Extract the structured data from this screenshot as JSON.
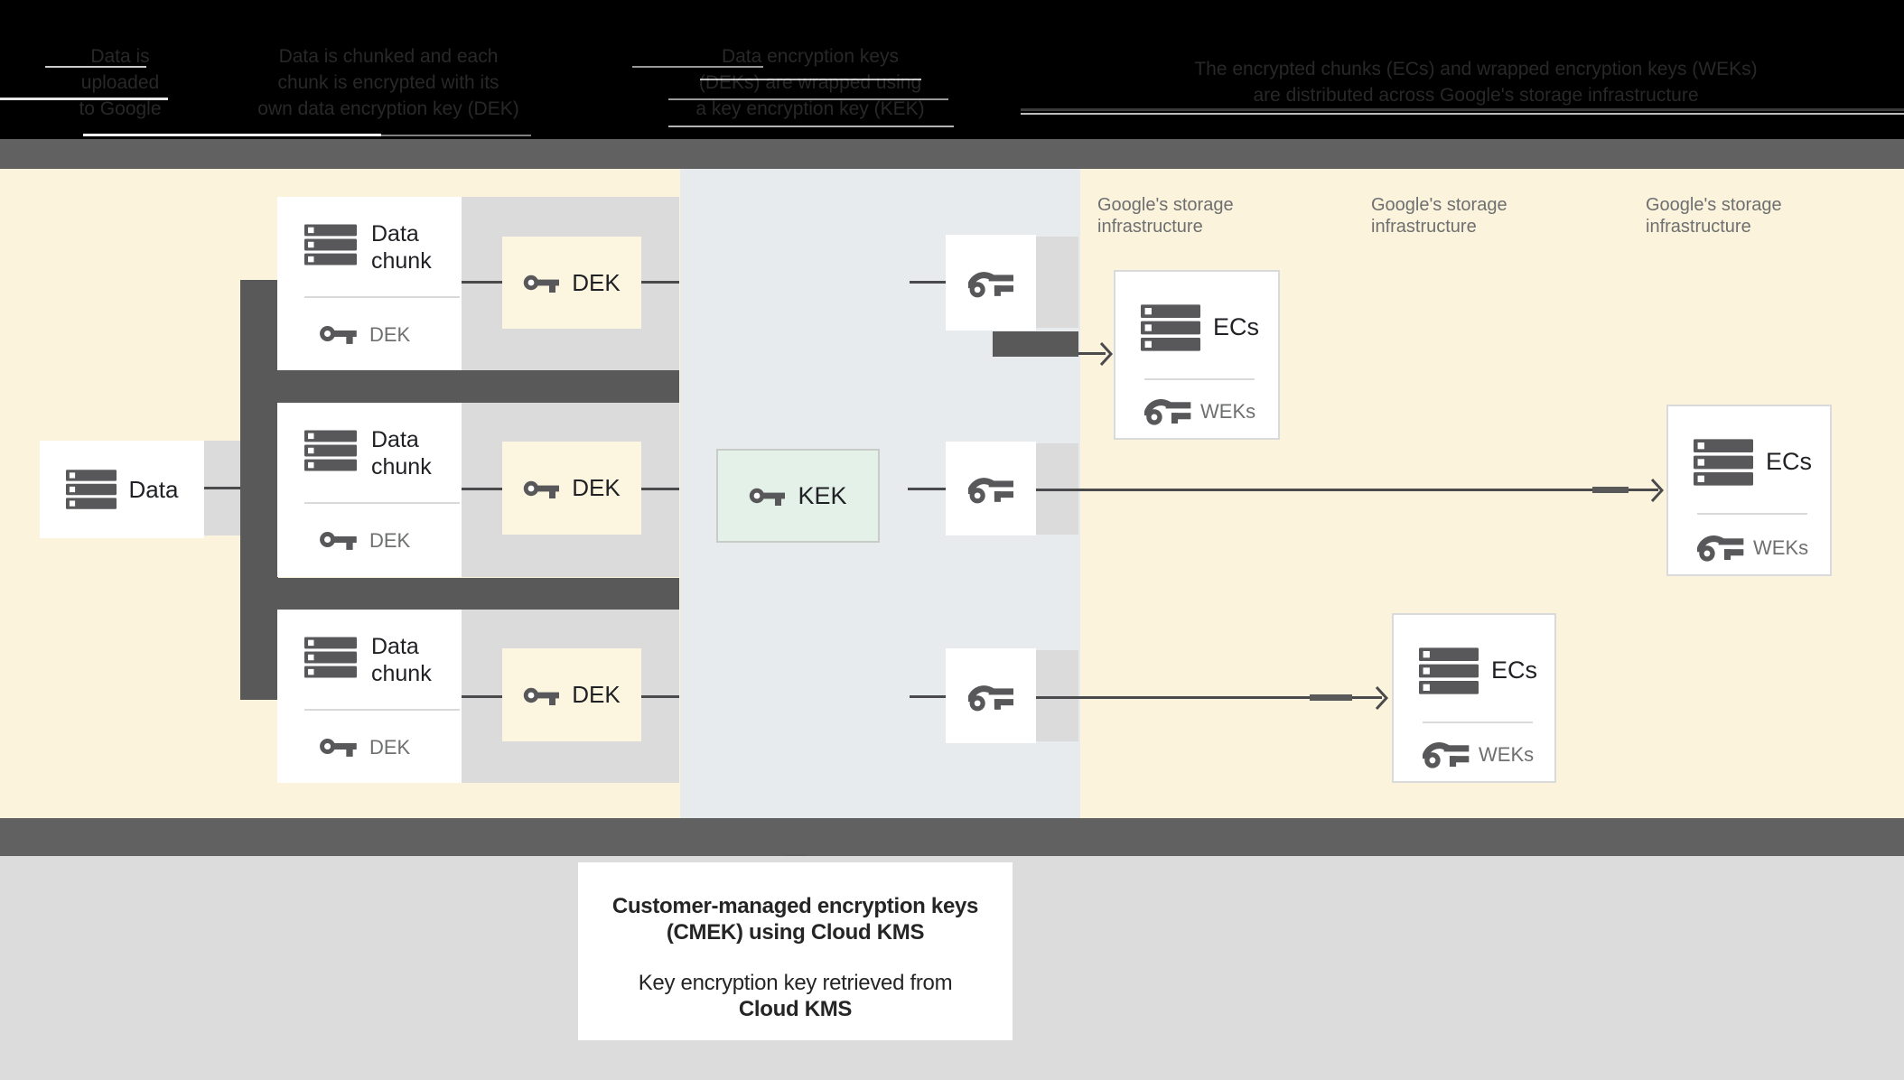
{
  "header": {
    "captions": [
      {
        "lines": [
          "Data is",
          "uploaded",
          "to Google"
        ]
      },
      {
        "lines": [
          "Data is chunked and each",
          "chunk is encrypted with its",
          "own data encryption key (DEK)"
        ]
      },
      {
        "lines": [
          "Data encryption keys",
          "(DEKs) are wrapped using",
          "a key encryption key (KEK)"
        ]
      },
      {
        "lines": [
          "The encrypted chunks (ECs) and wrapped encryption keys (WEKs)",
          "are distributed across Google's storage infrastructure"
        ]
      }
    ]
  },
  "diagram": {
    "data_box": {
      "label": "Data"
    },
    "chunk_boxes": [
      {
        "title_line1": "Data",
        "title_line2": "chunk",
        "key_label": "DEK"
      },
      {
        "title_line1": "Data",
        "title_line2": "chunk",
        "key_label": "DEK"
      },
      {
        "title_line1": "Data",
        "title_line2": "chunk",
        "key_label": "DEK"
      }
    ],
    "dek_boxes": [
      {
        "label": "DEK"
      },
      {
        "label": "DEK"
      },
      {
        "label": "DEK"
      }
    ],
    "kek_box": {
      "label": "KEK"
    },
    "storage_labels": [
      {
        "line1": "Google's storage",
        "line2": "infrastructure"
      },
      {
        "line1": "Google's storage",
        "line2": "infrastructure"
      },
      {
        "line1": "Google's storage",
        "line2": "infrastructure"
      }
    ],
    "ecs_boxes": [
      {
        "title": "ECs",
        "key_label": "WEKs"
      },
      {
        "title": "ECs",
        "key_label": "WEKs"
      },
      {
        "title": "ECs",
        "key_label": "WEKs"
      }
    ]
  },
  "footer_caption": {
    "bold_line1": "Customer-managed encryption keys",
    "bold_line2": "(CMEK) using Cloud KMS",
    "regular_line": "Key encryption key retrieved from",
    "bold_line3": "Cloud KMS"
  },
  "colors": {
    "background_cream": "#FBF3DC",
    "kms_zone_blue": "#E8EBED",
    "dek_fill": "#FCF5DF",
    "kek_fill": "#E3F1E9",
    "band_gray": "#616161",
    "row_band_gray": "#DBDBDB",
    "icon_gray": "#58585A",
    "line_gray": "#4A4A4C",
    "footer_gray": "#DCDCDC",
    "header_black": "#000000"
  }
}
